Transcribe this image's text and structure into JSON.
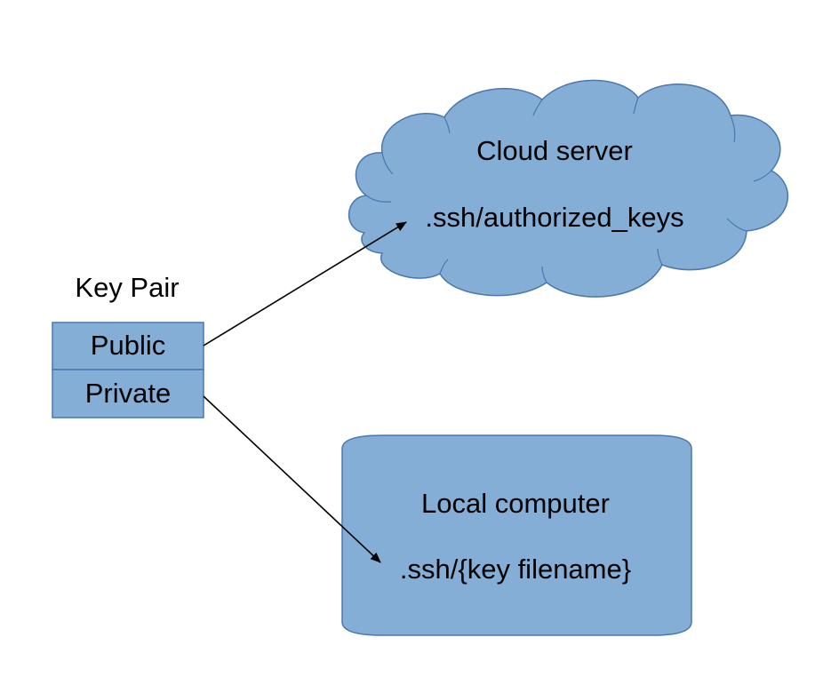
{
  "colors": {
    "shape_fill": "#84aed6",
    "shape_stroke": "#4a77ad",
    "arrow": "#000000",
    "text": "#000000",
    "background": "#ffffff"
  },
  "key_pair": {
    "title": "Key Pair",
    "public_label": "Public",
    "private_label": "Private"
  },
  "cloud_server": {
    "title": "Cloud server",
    "path": ".ssh/authorized_keys"
  },
  "local_computer": {
    "title": "Local computer",
    "path": ".ssh/{key filename}"
  },
  "arrows": [
    {
      "from": "key_pair.public_label",
      "to": "cloud_server"
    },
    {
      "from": "key_pair.private_label",
      "to": "local_computer"
    }
  ]
}
